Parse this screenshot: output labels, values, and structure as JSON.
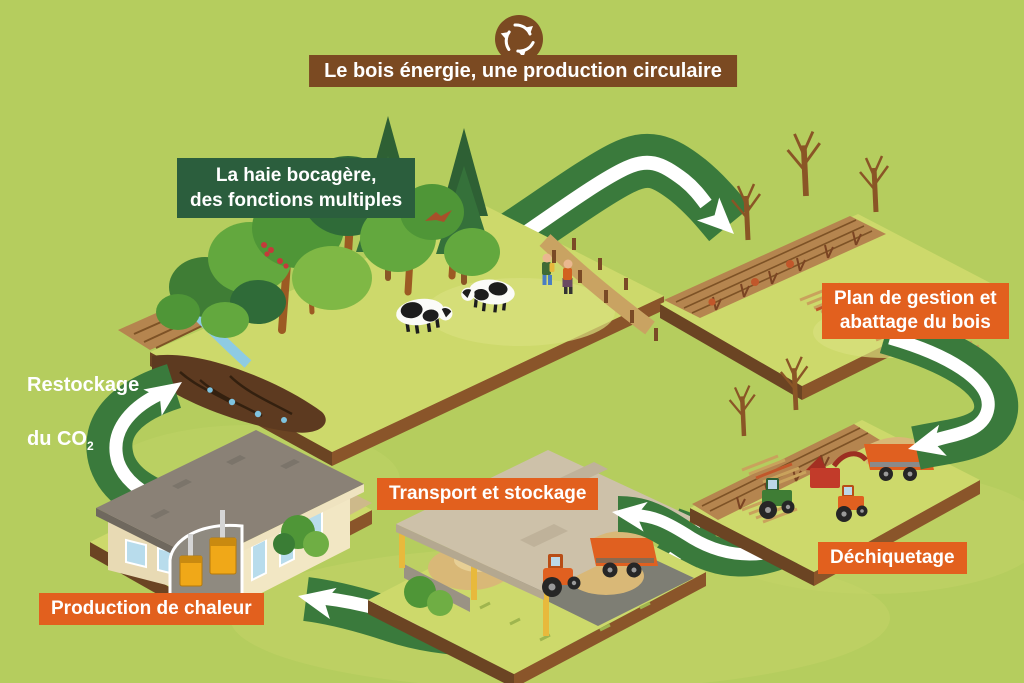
{
  "title": {
    "text": "Le bois énergie, une production circulaire"
  },
  "header_icon": "recycle-cycle-icon",
  "steps": {
    "hedge": "La haie bocagère,\ndes fonctions multiples",
    "management": "Plan de gestion et\nabattage du bois",
    "chipping": "Déchiquetage",
    "transport": "Transport et stockage",
    "heat": "Production de chaleur",
    "co2_line1": "Restockage",
    "co2_line2_prefix": "du CO",
    "co2_sub": "2"
  },
  "cycle_order": [
    "La haie bocagère, des fonctions multiples",
    "Plan de gestion et abattage du bois",
    "Déchiquetage",
    "Transport et stockage",
    "Production de chaleur",
    "Restockage du CO2"
  ],
  "colors": {
    "background": "#b5cd5e",
    "ribbon_green": "#3a7a3c",
    "label_green": "#2b5e3d",
    "label_orange": "#e2601e",
    "title_brown": "#7b4a22",
    "text_white": "#ffffff",
    "platform_grass": "#cdd96b",
    "soil_brown": "#7a4a26"
  },
  "scenes": [
    "hedge-pasture-with-cows-and-walkers",
    "managed-hedgerow-felled-wood",
    "wood-chipping-tractors",
    "chip-storage-barn-and-transport",
    "boiler-house-heat-production"
  ]
}
